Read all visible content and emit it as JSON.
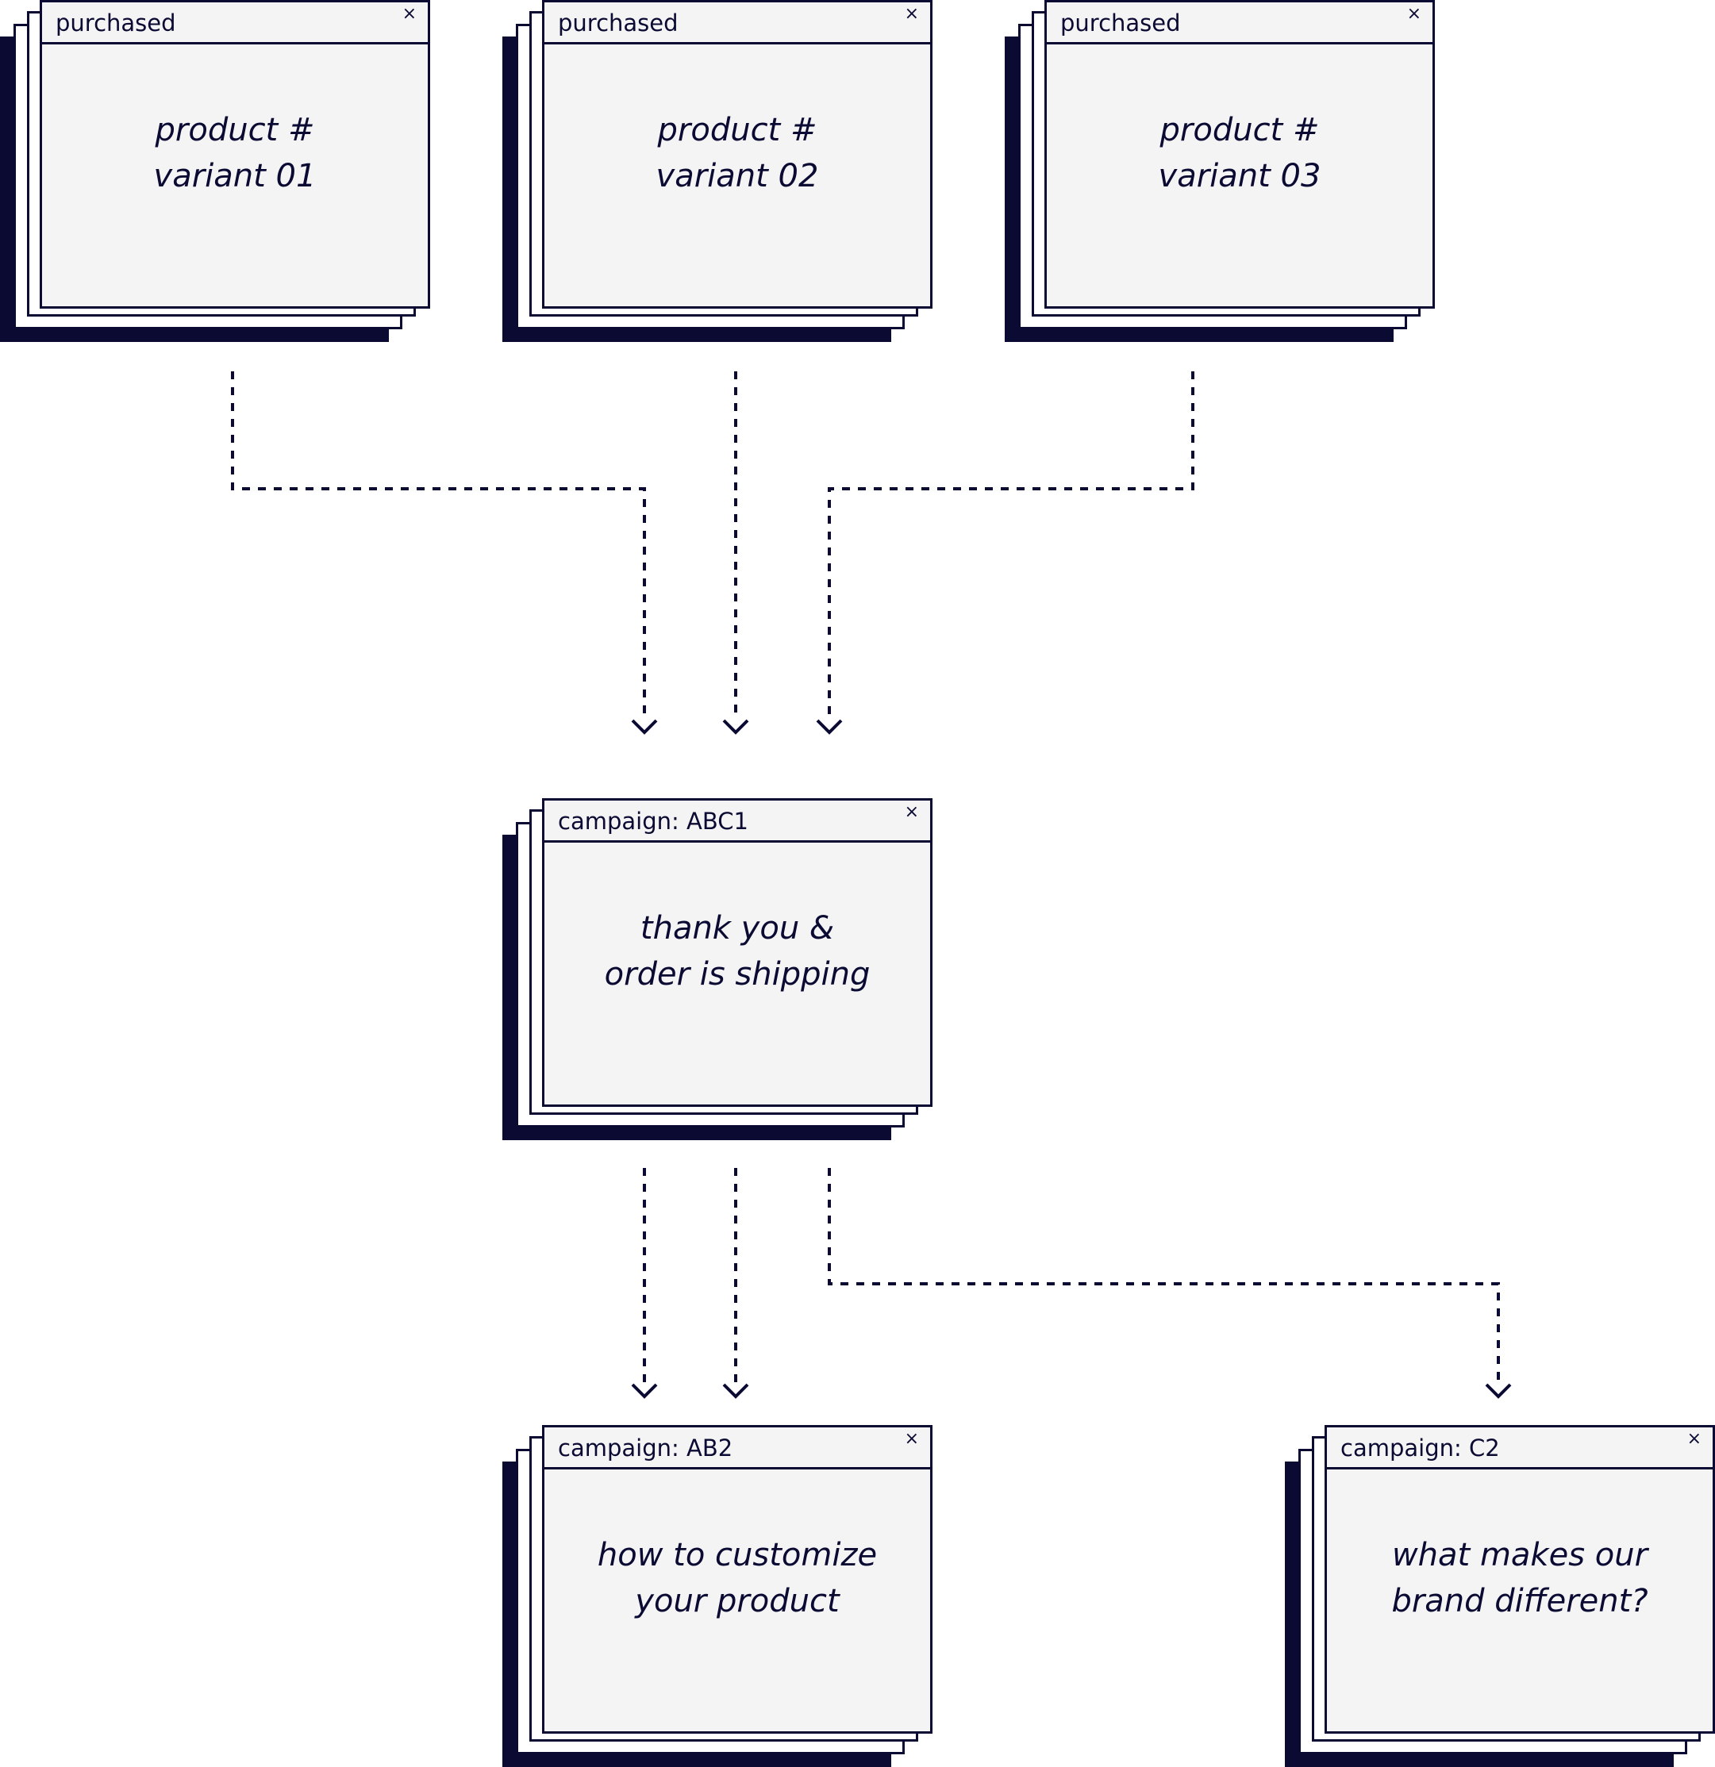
{
  "colors": {
    "ink": "#0b0a33",
    "card_bg": "#f4f4f4",
    "page_bg": "#ffffff"
  },
  "icons": {
    "close": "close-icon"
  },
  "cards": {
    "variant01": {
      "tab": "purchased",
      "close": "×",
      "text": "product #\nvariant 01"
    },
    "variant02": {
      "tab": "purchased",
      "close": "×",
      "text": "product #\nvariant 02"
    },
    "variant03": {
      "tab": "purchased",
      "close": "×",
      "text": "product #\nvariant 03"
    },
    "abc1": {
      "tab": "campaign: ABC1",
      "close": "×",
      "text": "thank you &\norder is shipping"
    },
    "ab2": {
      "tab": "campaign: AB2",
      "close": "×",
      "text": "how to customize\nyour product"
    },
    "c2": {
      "tab": "campaign: C2",
      "close": "×",
      "text": "what makes our\nbrand different?"
    }
  },
  "edges": [
    {
      "from": "variant01",
      "to": "abc1"
    },
    {
      "from": "variant02",
      "to": "abc1"
    },
    {
      "from": "variant03",
      "to": "abc1"
    },
    {
      "from": "abc1",
      "to": "ab2"
    },
    {
      "from": "abc1",
      "to": "ab2"
    },
    {
      "from": "abc1",
      "to": "c2"
    }
  ]
}
